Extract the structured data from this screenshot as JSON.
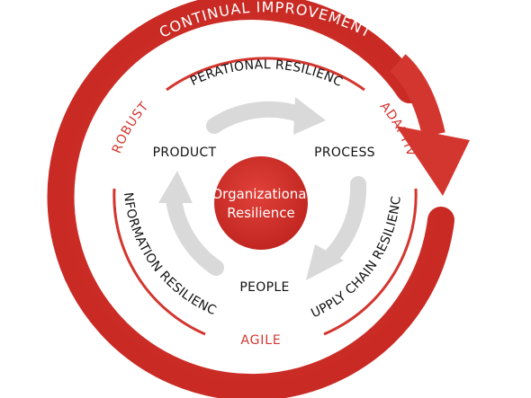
{
  "outer_loop": "CONTINUAL IMPROVEMENT",
  "center": {
    "line1": "Organizational",
    "line2": "Resilience"
  },
  "resilience_arcs": {
    "top": "OPERATIONAL RESILIENCE",
    "left": "INFORMATION RESILIENCE",
    "right": "SUPPLY CHAIN RESILIENCE"
  },
  "attributes": {
    "robust": "ROBUST",
    "adaptive": "ADAPTIVE",
    "agile": "AGILE"
  },
  "cycle": {
    "product": "PRODUCT",
    "process": "PROCESS",
    "people": "PEOPLE"
  },
  "colors": {
    "brand_red": "#d3362f",
    "arrow_grey": "#d9d9d9",
    "text_dark": "#111111"
  }
}
